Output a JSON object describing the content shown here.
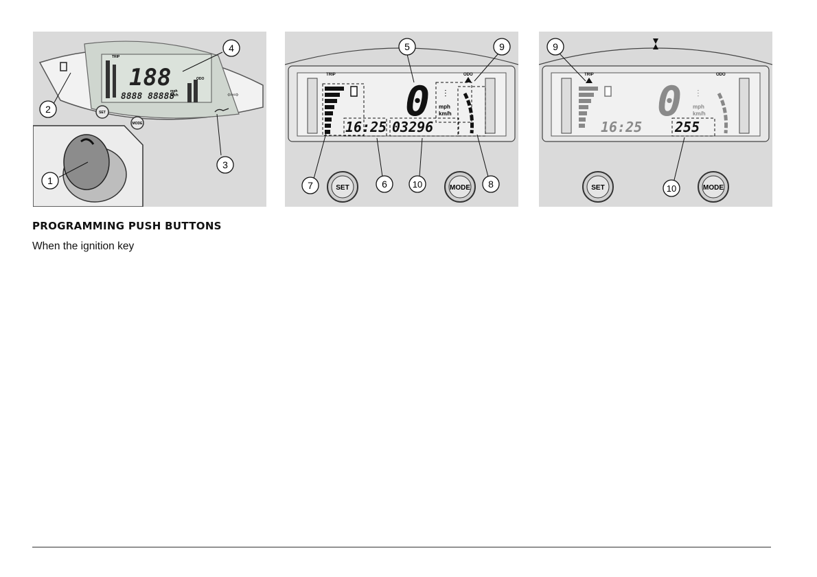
{
  "figure_left": {
    "callouts": [
      "1",
      "2",
      "3",
      "4"
    ],
    "lcd": {
      "speed": "188",
      "trip": "TRIP",
      "odo": "ODO",
      "units": "mph\nkm/h",
      "row": "8888 88888"
    },
    "buttons": {
      "set": "SET",
      "mode": "MODE"
    }
  },
  "figure_middle": {
    "callouts": [
      "5",
      "9",
      "7",
      "6",
      "10",
      "8"
    ],
    "lcd": {
      "trip": "TRIP",
      "odo": "ODO",
      "speed": "0",
      "unit_mph": "mph",
      "unit_kmh": "km/h",
      "clock": "16:25",
      "odometer": "03296"
    },
    "buttons": {
      "set": "SET",
      "mode": "MODE"
    }
  },
  "figure_right": {
    "callouts": [
      "9",
      "10"
    ],
    "lcd": {
      "trip": "TRIP",
      "odo": "ODO",
      "speed": "0",
      "unit_mph": "mph",
      "unit_kmh": "km/h",
      "clock": "16:25",
      "trip_value": "255"
    },
    "buttons": {
      "set": "SET",
      "mode": "MODE"
    }
  },
  "text": {
    "heading": "PROGRAMMING PUSH BUTTONS",
    "paragraph": "When the ignition key"
  }
}
